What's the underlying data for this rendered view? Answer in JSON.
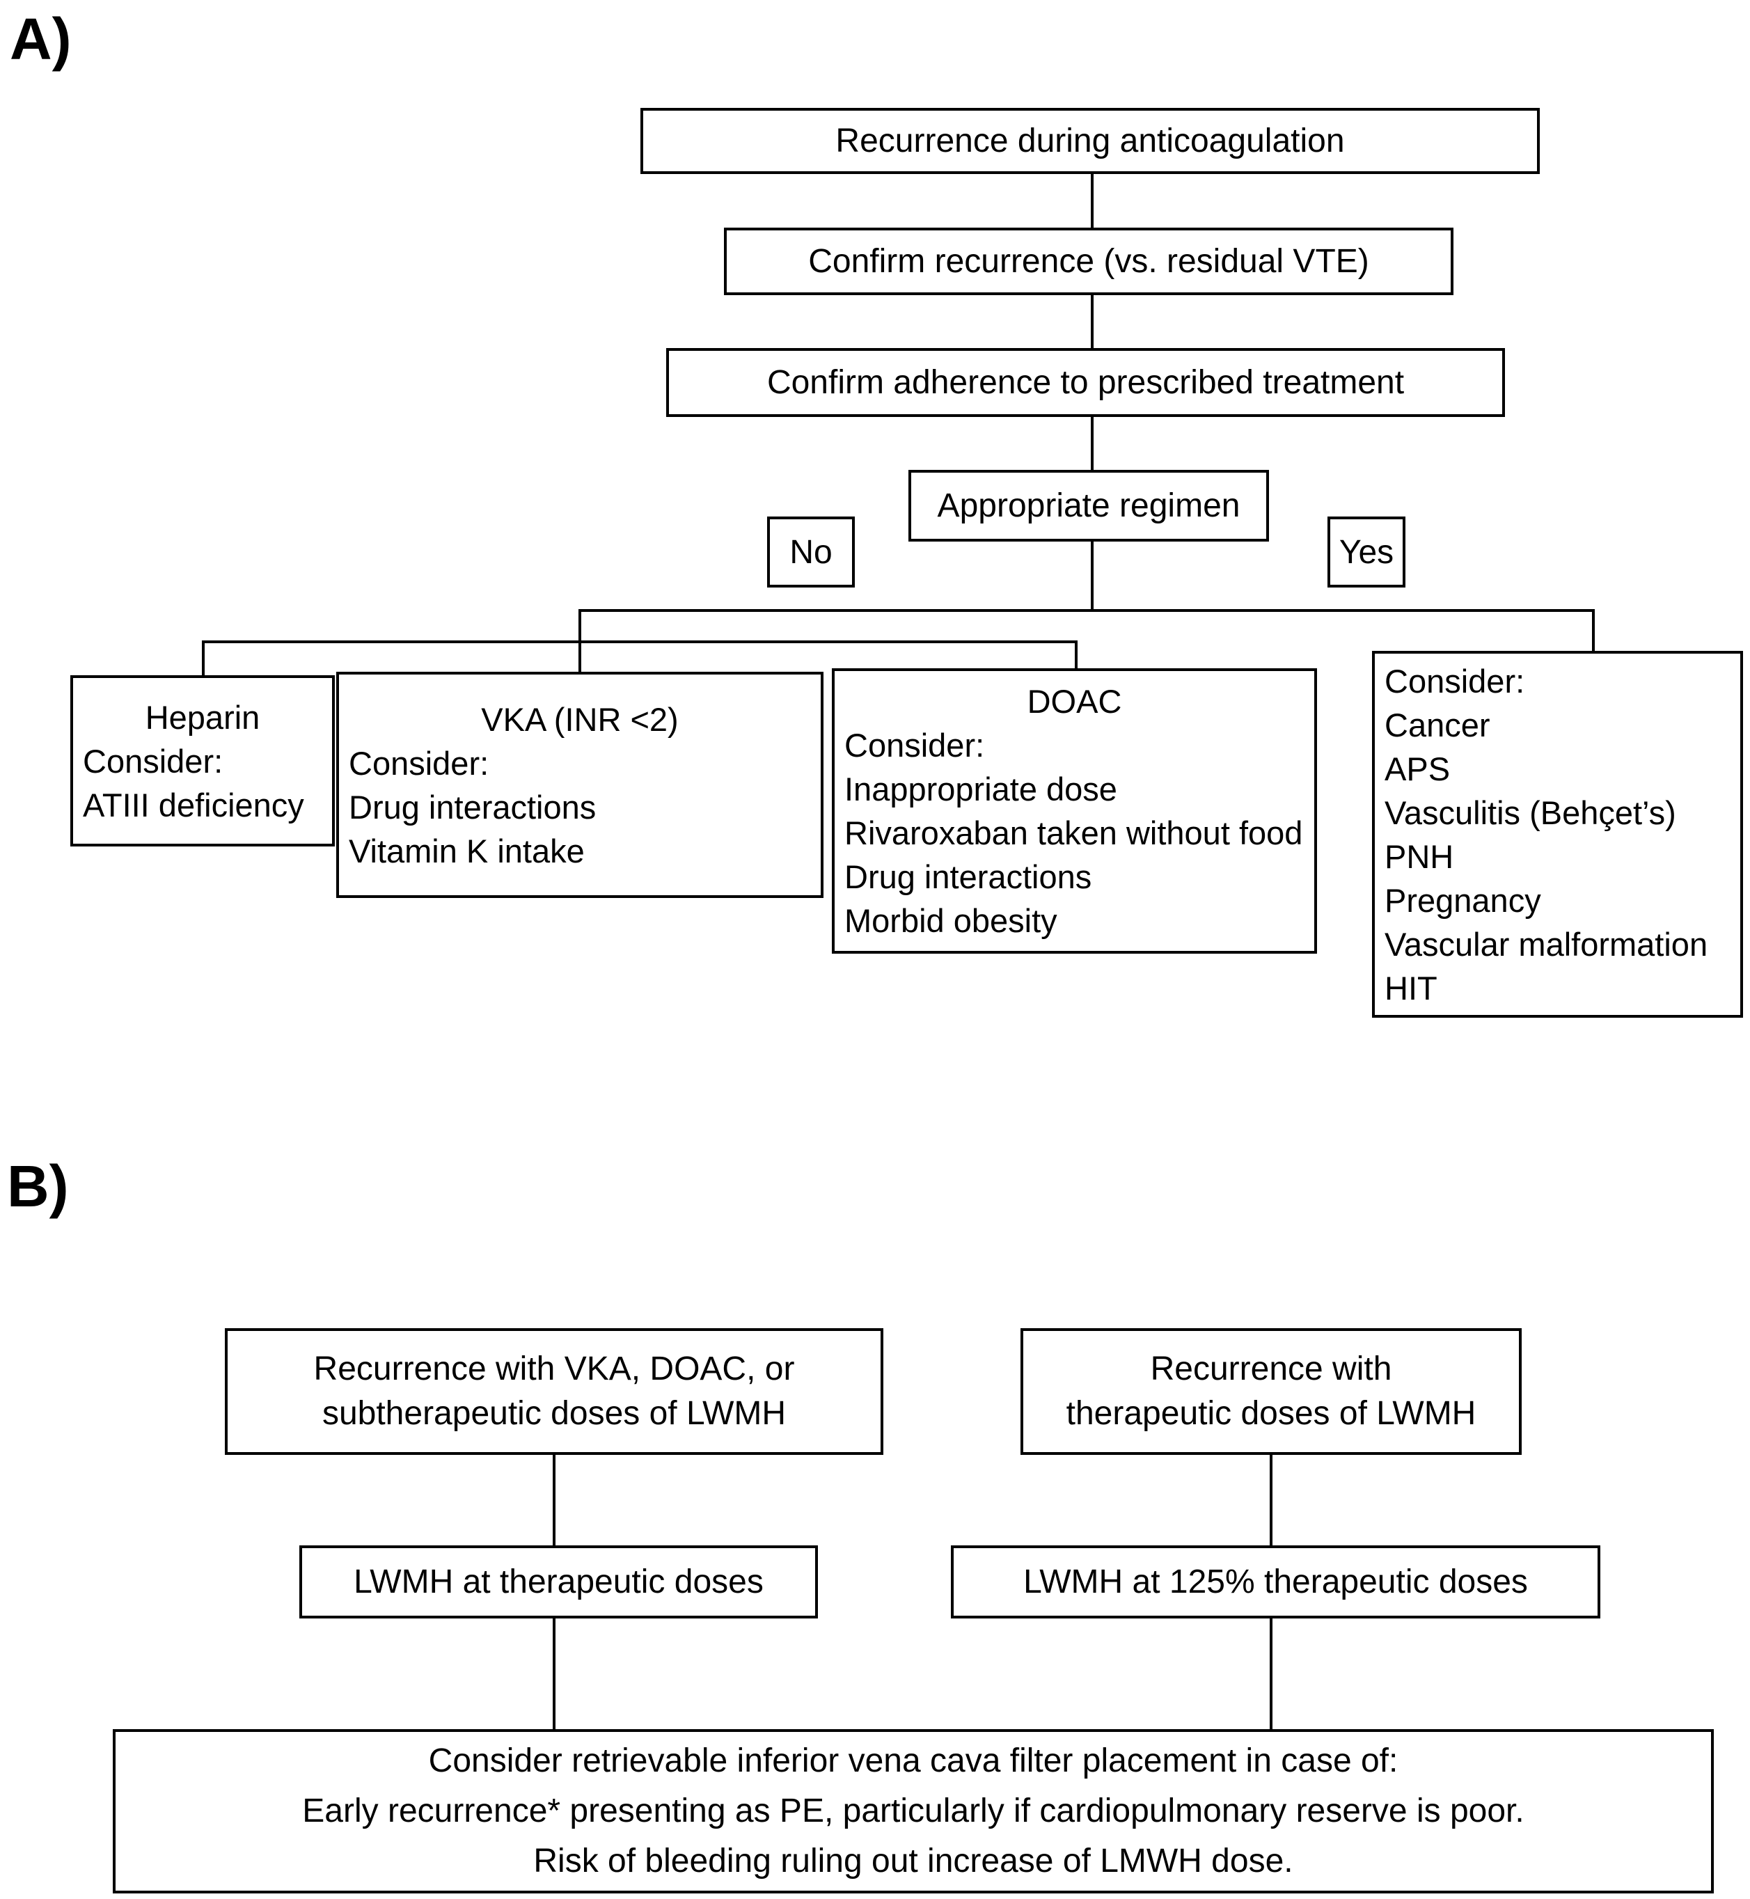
{
  "colors": {
    "line": "#000000",
    "background": "#ffffff",
    "text": "#000000"
  },
  "panel_a": {
    "label": "A)",
    "recurrence": "Recurrence during anticoagulation",
    "confirm_recurrence": "Confirm recurrence (vs. residual VTE)",
    "confirm_adherence": "Confirm adherence to prescribed treatment",
    "appropriate_regimen": "Appropriate regimen",
    "no_label": "No",
    "yes_label": "Yes",
    "heparin": {
      "title": "Heparin",
      "lines": [
        "Consider:",
        "ATIII deficiency"
      ]
    },
    "vka": {
      "title": "VKA (INR <2)",
      "lines": [
        "Consider:",
        "Drug interactions",
        "Vitamin K intake"
      ]
    },
    "doac": {
      "title": "DOAC",
      "lines": [
        "Consider:",
        "Inappropriate dose",
        "Rivaroxaban taken without food",
        "Drug interactions",
        "Morbid obesity"
      ]
    },
    "consider_yes": {
      "lines": [
        "Consider:",
        "Cancer",
        "APS",
        "Vasculitis (Behçet’s)",
        "PNH",
        "Pregnancy",
        "Vascular malformation",
        "HIT"
      ]
    }
  },
  "panel_b": {
    "label": "B)",
    "recurrence_subtherapeutic": [
      "Recurrence with VKA, DOAC, or",
      "subtherapeutic doses of LWMH"
    ],
    "recurrence_therapeutic": [
      "Recurrence with",
      "therapeutic doses of LWMH"
    ],
    "lwmh_therapeutic": "LWMH at therapeutic doses",
    "lwmh_125": "LWMH at 125% therapeutic doses",
    "ivc_filter": [
      "Consider retrievable inferior vena cava filter placement in case of:",
      "Early recurrence* presenting as PE, particularly if cardiopulmonary reserve is poor.",
      "Risk of bleeding ruling out increase of LMWH dose."
    ]
  }
}
